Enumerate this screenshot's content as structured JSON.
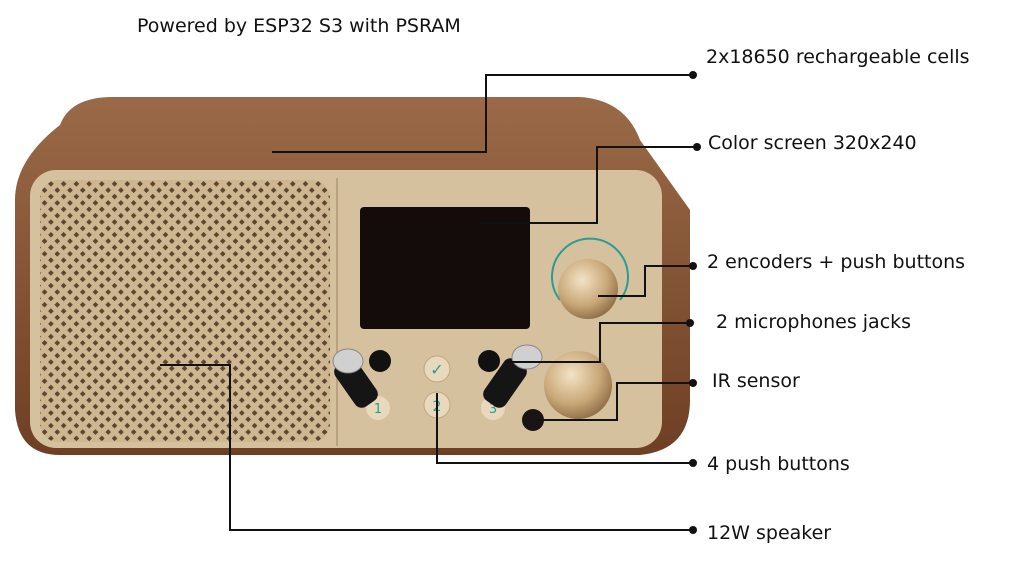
{
  "title": "Powered by ESP32 S3 with PSRAM",
  "callouts": [
    {
      "id": "cells",
      "label": "2x18650 rechargeable cells"
    },
    {
      "id": "screen",
      "label": "Color screen 320x240"
    },
    {
      "id": "encoders",
      "label": "2 encoders + push buttons"
    },
    {
      "id": "mics",
      "label": "2 microphones jacks"
    },
    {
      "id": "ir",
      "label": "IR sensor"
    },
    {
      "id": "buttons",
      "label": "4 push buttons"
    },
    {
      "id": "speaker",
      "label": "12W speaker"
    }
  ],
  "device": {
    "button_labels": [
      "1",
      "2",
      "3"
    ],
    "colors": {
      "wood": "#7a4a2c",
      "panel": "#d8c3a0",
      "screen": "#140c0a",
      "accent": "#2a9d8f"
    }
  }
}
